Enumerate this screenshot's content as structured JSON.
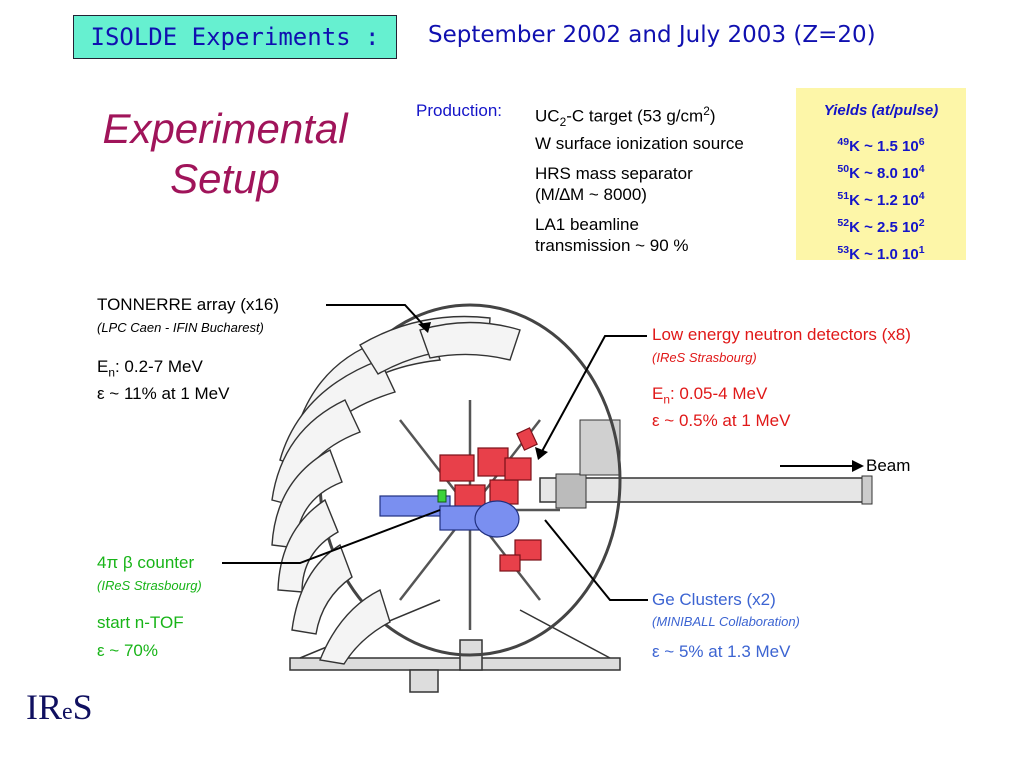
{
  "header": {
    "box_label": "ISOLDE Experiments :",
    "dates": "September 2002 and July 2003 (Z=20)"
  },
  "title": {
    "line1": "Experimental",
    "line2": "Setup"
  },
  "production": {
    "label": "Production:",
    "target_pre": "UC",
    "target_sub": "2",
    "target_mid": "-C  target (53 g/cm",
    "target_sup": "2",
    "target_post": ")",
    "source": "W surface ionization source",
    "separator": "HRS mass separator",
    "resolution_pre": "(M/",
    "resolution_delta": "∆",
    "resolution_post": "M ~ 8000)",
    "beamline": "LA1 beamline",
    "transmission": "transmission ~ 90 %"
  },
  "yields": {
    "heading": "Yields (at/pulse)",
    "items": [
      {
        "mass": "49",
        "el": "K ~ 1.5 10",
        "exp": "6"
      },
      {
        "mass": "50",
        "el": "K ~ 8.0 10",
        "exp": "4"
      },
      {
        "mass": "51",
        "el": "K ~ 1.2 10",
        "exp": "4"
      },
      {
        "mass": "52",
        "el": "K ~ 2.5 10",
        "exp": "2"
      },
      {
        "mass": "53",
        "el": "K ~ 1.0 10",
        "exp": "1"
      }
    ]
  },
  "tonnerre": {
    "name": "TONNERRE array (x16)",
    "lab": "(LPC Caen - IFIN Bucharest)",
    "energy_pre": "E",
    "energy_sub": "n",
    "energy_post": ": 0.2-7 MeV",
    "eff": "ε ~ 11% at 1 MeV"
  },
  "low_energy": {
    "name": "Low energy neutron detectors (x8)",
    "lab": "(IReS Strasbourg)",
    "energy_pre": "E",
    "energy_sub": "n",
    "energy_post": ": 0.05-4 MeV",
    "eff": "ε ~ 0.5% at 1 MeV"
  },
  "beam": {
    "label": "Beam"
  },
  "beta": {
    "name": "4π β counter",
    "lab": "(IReS Strasbourg)",
    "role": "start n-TOF",
    "eff": "ε ~ 70%"
  },
  "ge": {
    "name": "Ge Clusters (x2)",
    "lab": "(MINIBALL Collaboration)",
    "eff": "ε ~ 5% at 1.3 MeV"
  },
  "logo": {
    "a": "IR",
    "b": "e",
    "c": "S"
  },
  "colors": {
    "accent_blue": "#1414c8",
    "title_magenta": "#a0145a",
    "header_box": "#66f0d0",
    "yields_bg": "#fdf6a8",
    "red_detectors": "#e01818",
    "green_counter": "#18b418",
    "ge_blue": "#3c64d2"
  }
}
